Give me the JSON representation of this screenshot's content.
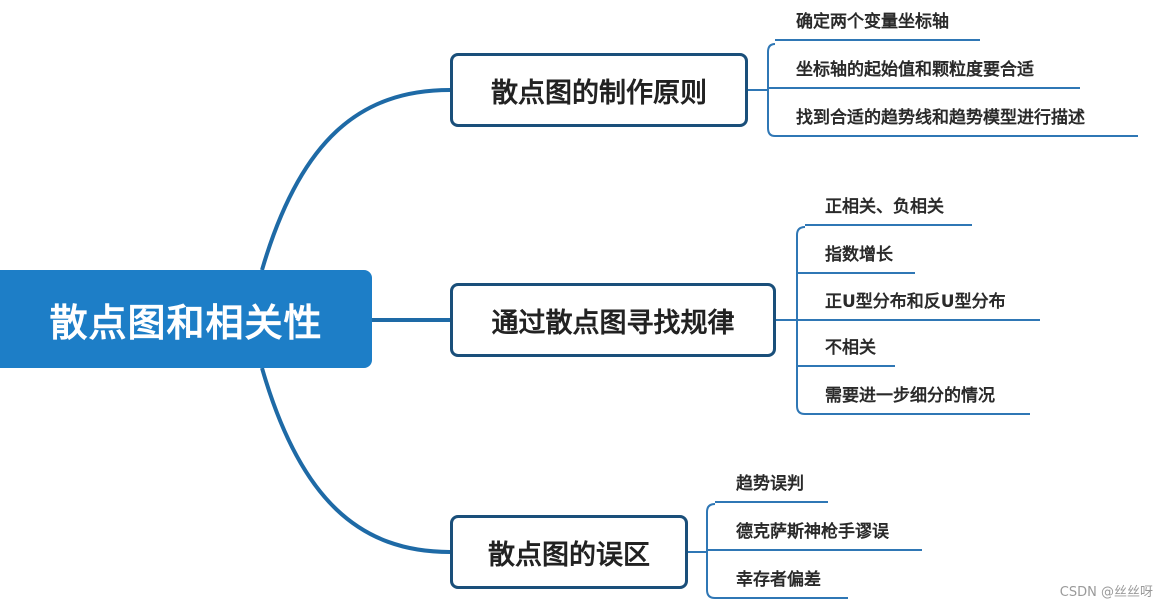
{
  "root": {
    "label": "散点图和相关性"
  },
  "branches": [
    {
      "label": "散点图的制作原则",
      "children": [
        "确定两个变量坐标轴",
        "坐标轴的起始值和颗粒度要合适",
        "找到合适的趋势线和趋势模型进行描述"
      ]
    },
    {
      "label": "通过散点图寻找规律",
      "children": [
        "正相关、负相关",
        "指数增长",
        "正U型分布和反U型分布",
        "不相关",
        "需要进一步细分的情况"
      ]
    },
    {
      "label": "散点图的误区",
      "children": [
        "趋势误判",
        "德克萨斯神枪手谬误",
        "幸存者偏差"
      ]
    }
  ],
  "watermark": "CSDN @丝丝呀",
  "colors": {
    "root_fill": "#1d7ec7",
    "branch_border": "#1a4f7a",
    "connector": "#1e6aa6",
    "leaf_line": "#2f77b5"
  }
}
